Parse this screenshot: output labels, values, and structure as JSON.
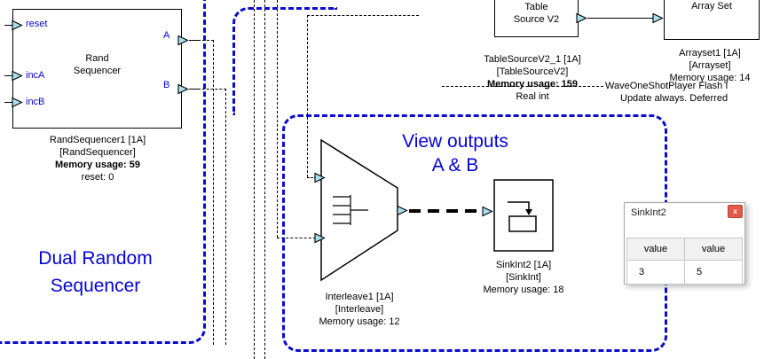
{
  "canvas": {
    "rand_sequencer": {
      "name_line1": "Rand",
      "name_line2": "Sequencer",
      "port_reset": "reset",
      "port_incA": "incA",
      "port_incB": "incB",
      "port_A": "A",
      "port_B": "B",
      "label1": "RandSequencer1 [1A]",
      "label2": "[RandSequencer]",
      "label3": "Memory usage: 59",
      "label4": "reset: 0"
    },
    "table_source": {
      "name_line1": "Table",
      "name_line2": "Source V2",
      "label1": "TableSourceV2_1 [1A]",
      "label2": "[TableSourceV2]",
      "label3": "Memory usage: 159",
      "label4": "Real int"
    },
    "array_set": {
      "name": "Array Set",
      "label1": "Arrayset1 [1A]",
      "label2": "[Arrayset]",
      "label3": "Memory usage: 14"
    },
    "wave_player": {
      "label1": "WaveOneShotPlayer Flash I",
      "label2": "Update always. Deferred"
    },
    "interleave": {
      "label1": "Interleave1 [1A]",
      "label2": "[Interleave]",
      "label3": "Memory usage: 12"
    },
    "sink": {
      "label1": "SinkInt2 [1A]",
      "label2": "[SinkInt]",
      "label3": "Memory usage: 18"
    },
    "annotation_dual_line1": "Dual Random",
    "annotation_dual_line2": "Sequencer",
    "annotation_view_line1": "View outputs",
    "annotation_view_line2": "A & B"
  },
  "viewer_window": {
    "title": "SinkInt2",
    "close_label": "x",
    "col1_header": "value",
    "col2_header": "value",
    "col1_value": "3",
    "col2_value": "5"
  },
  "colors": {
    "annotation_blue": "#0404d8",
    "boundary_blue": "#0b0bd0",
    "port_fill_cyan": "#a6e1f0",
    "close_button_red": "#e25a49"
  }
}
